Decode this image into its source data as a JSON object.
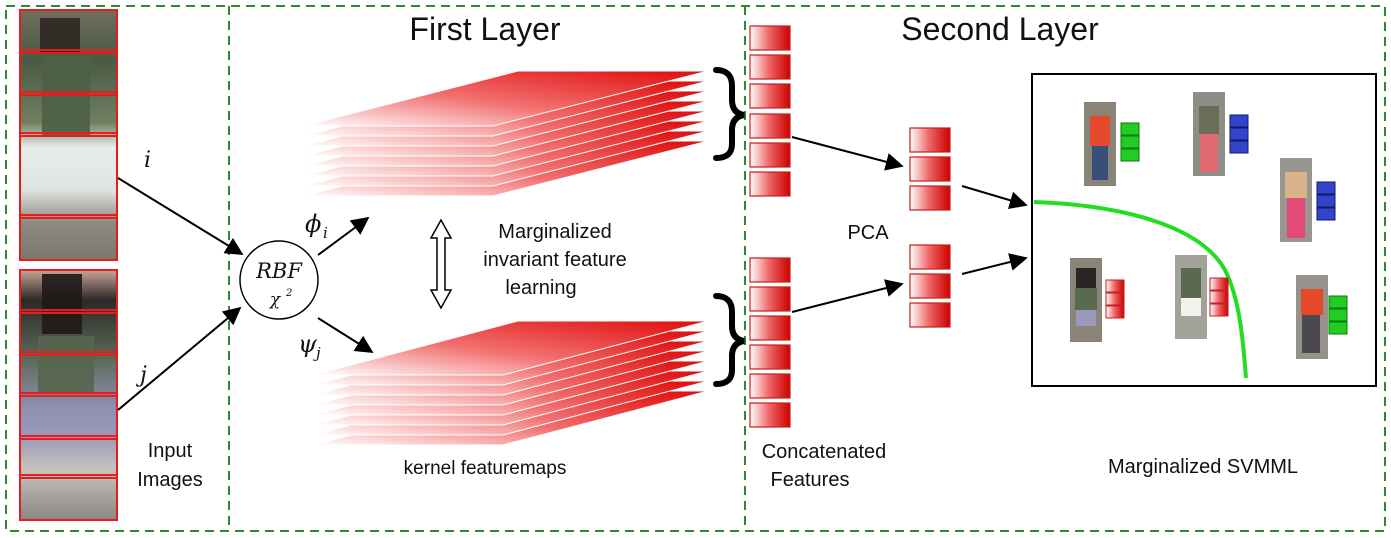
{
  "titles": {
    "first_layer": "First Layer",
    "second_layer": "Second Layer"
  },
  "labels": {
    "input_images_line1": "Input",
    "input_images_line2": "Images",
    "marginalized_line1": "Marginalized",
    "marginalized_line2": "invariant feature",
    "marginalized_line3": "learning",
    "kernel_featuremaps": "kernel featuremaps",
    "concatenated_line1": "Concatenated",
    "concatenated_line2": "Features",
    "pca": "PCA",
    "svmml": "Marginalized SVMML"
  },
  "math": {
    "i": "i",
    "j": "j",
    "rbf": "RBF",
    "chi": "χ",
    "chi_exp": "2",
    "phi": "ϕ",
    "phi_sub": "i",
    "psi": "ψ",
    "psi_sub": "j"
  },
  "colors": {
    "dash_border": "#2e8b2e",
    "red": "#e01010",
    "outline_red": "#d42020",
    "decision_curve": "#22dd22",
    "green_feature": "#22cc22",
    "blue_feature": "#3344cc",
    "red_feature": "#dd2222"
  }
}
